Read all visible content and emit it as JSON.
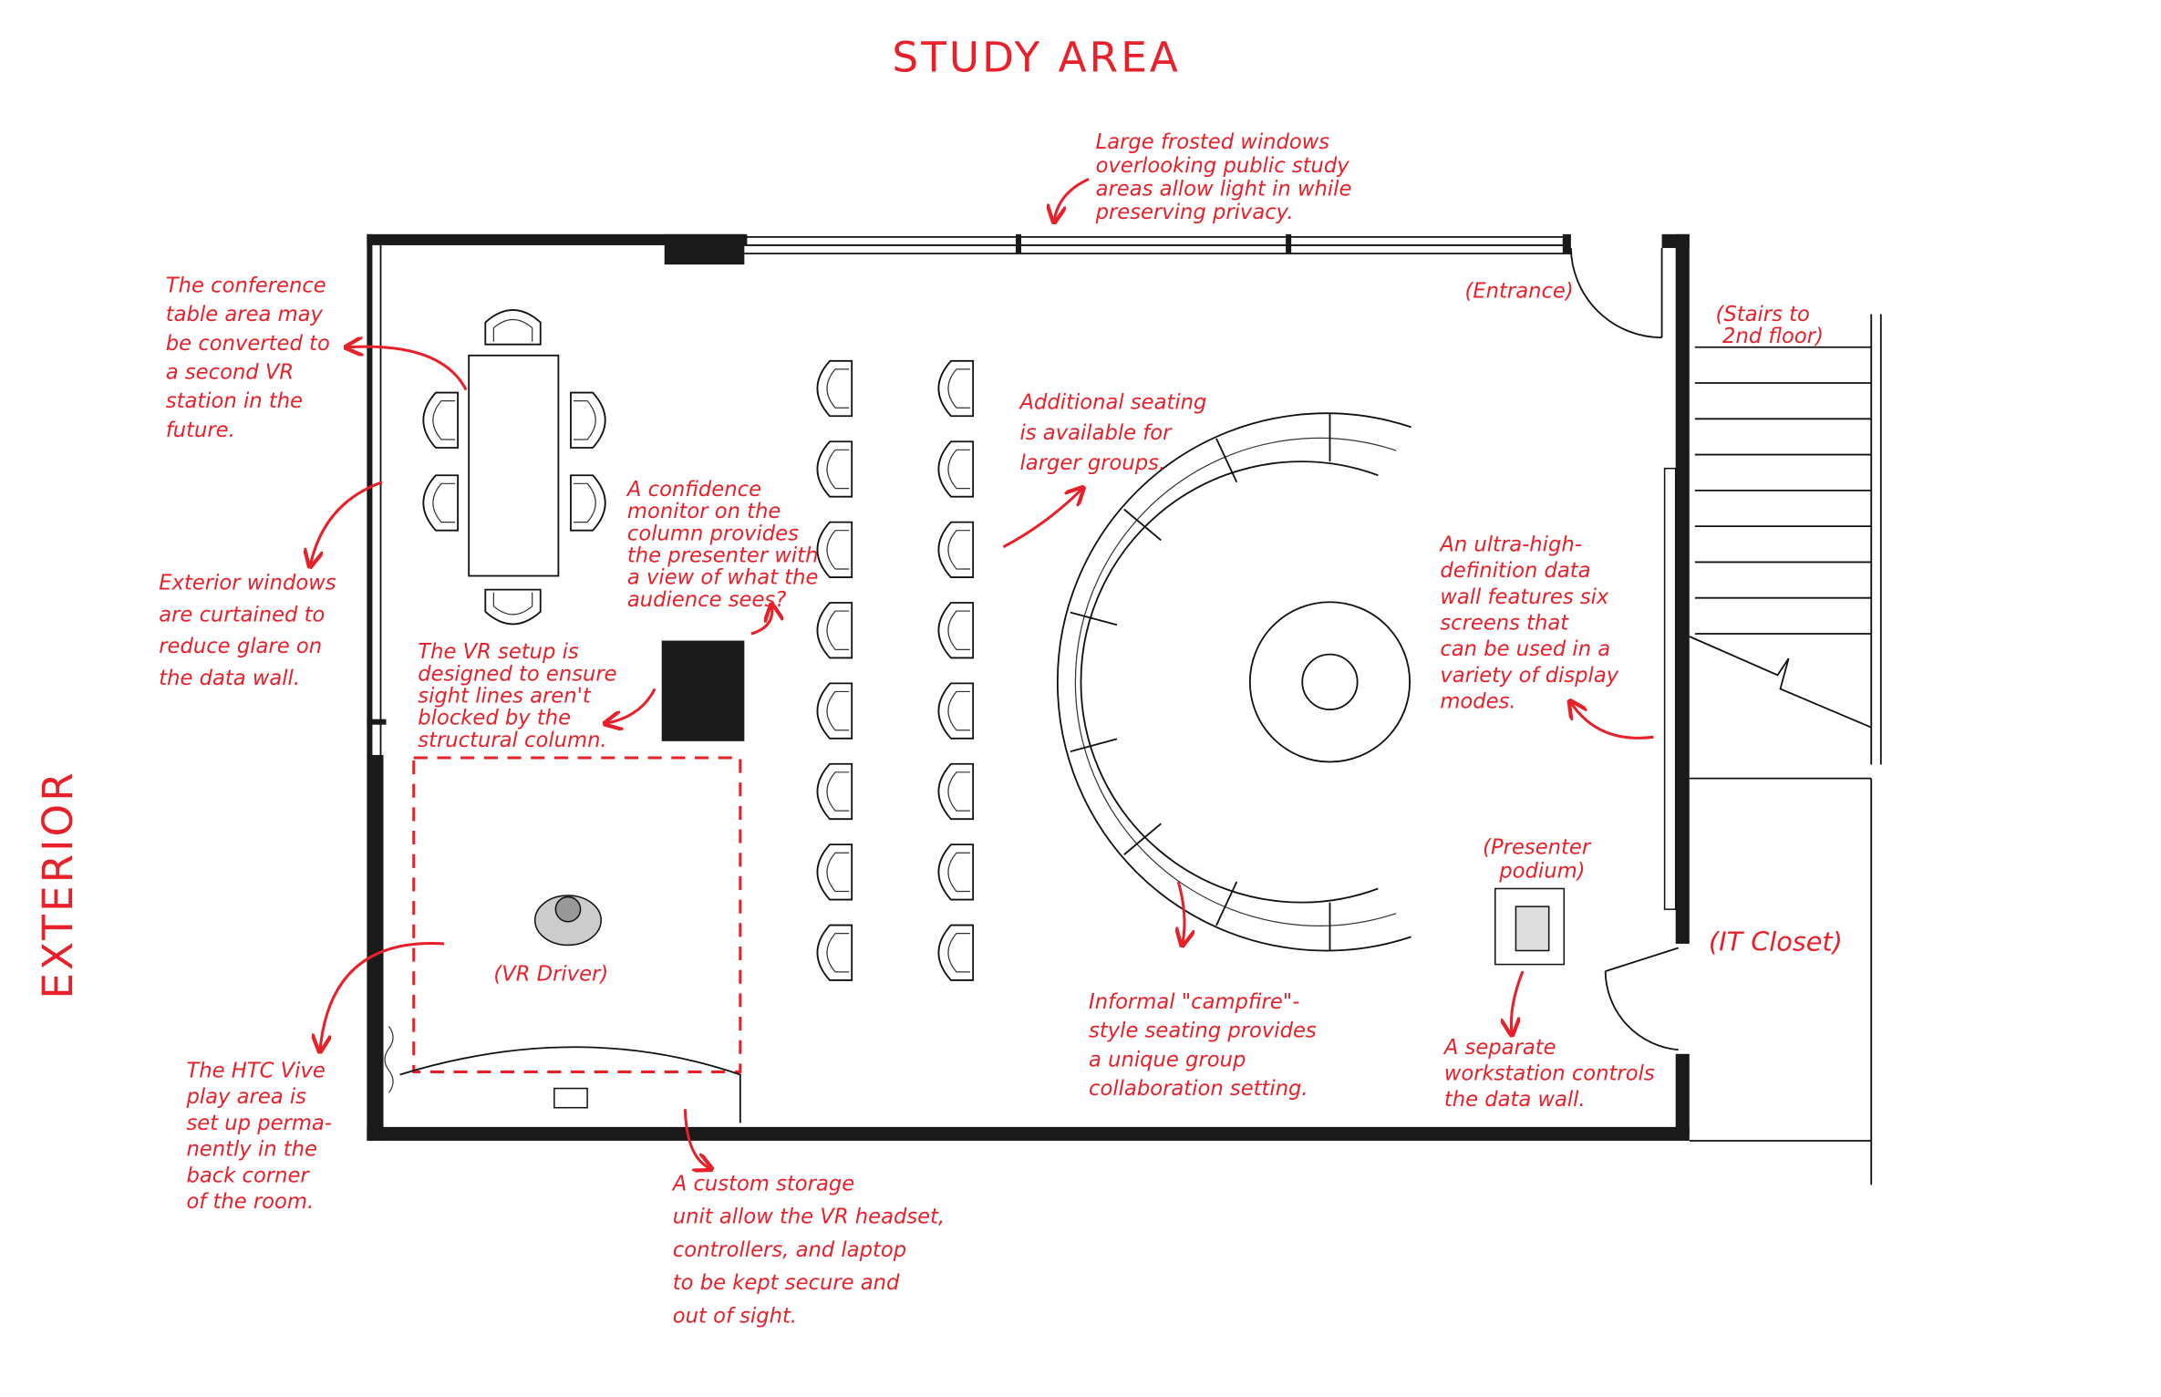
{
  "title": "STUDY AREA",
  "side_label": "EXTERIOR",
  "room_labels": {
    "entrance": "(Entrance)",
    "stairs": [
      "(Stairs to",
      "2nd floor)"
    ],
    "it_closet": "(IT Closet)",
    "presenter_podium": [
      "(Presenter",
      "podium)"
    ],
    "vr_driver": "(VR Driver)"
  },
  "annotations": [
    {
      "id": "frosted-windows",
      "lines": [
        "Large frosted windows",
        "overlooking public study",
        "areas allow light in while",
        "preserving privacy."
      ]
    },
    {
      "id": "conference-table",
      "lines": [
        "The conference",
        "table area may",
        "be converted to",
        "a second VR",
        "station in the",
        "future."
      ]
    },
    {
      "id": "exterior-windows",
      "lines": [
        "Exterior windows",
        "are curtained to",
        "reduce glare on",
        "the data wall."
      ]
    },
    {
      "id": "confidence-monitor",
      "lines": [
        "A confidence",
        "monitor on the",
        "column provides",
        "the presenter with",
        "a view of what the",
        "audience sees?"
      ]
    },
    {
      "id": "vr-sightlines",
      "lines": [
        "The VR setup is",
        "designed to ensure",
        "sight lines aren't",
        "blocked by the",
        "structural column."
      ]
    },
    {
      "id": "additional-seating",
      "lines": [
        "Additional seating",
        "is available for",
        "larger groups."
      ]
    },
    {
      "id": "data-wall",
      "lines": [
        "An ultra-high-",
        "definition data",
        "wall features six",
        "screens that",
        "can be used in a",
        "variety of display",
        "modes."
      ]
    },
    {
      "id": "htc-vive",
      "lines": [
        "The HTC Vive",
        "play area is",
        "set up perma-",
        "nently in the",
        "back corner",
        "of the room."
      ]
    },
    {
      "id": "storage-unit",
      "lines": [
        "A custom storage",
        "unit allow the VR headset,",
        "controllers, and laptop",
        "to be kept secure and",
        "out of sight."
      ]
    },
    {
      "id": "campfire-seating",
      "lines": [
        "Informal \"campfire\"-",
        "style seating provides",
        "a unique group",
        "collaboration setting."
      ]
    },
    {
      "id": "workstation",
      "lines": [
        "A separate",
        "workstation controls",
        "the data wall."
      ]
    }
  ],
  "colors": {
    "annotation": "#e8202a",
    "wall": "#1a1a1a"
  }
}
